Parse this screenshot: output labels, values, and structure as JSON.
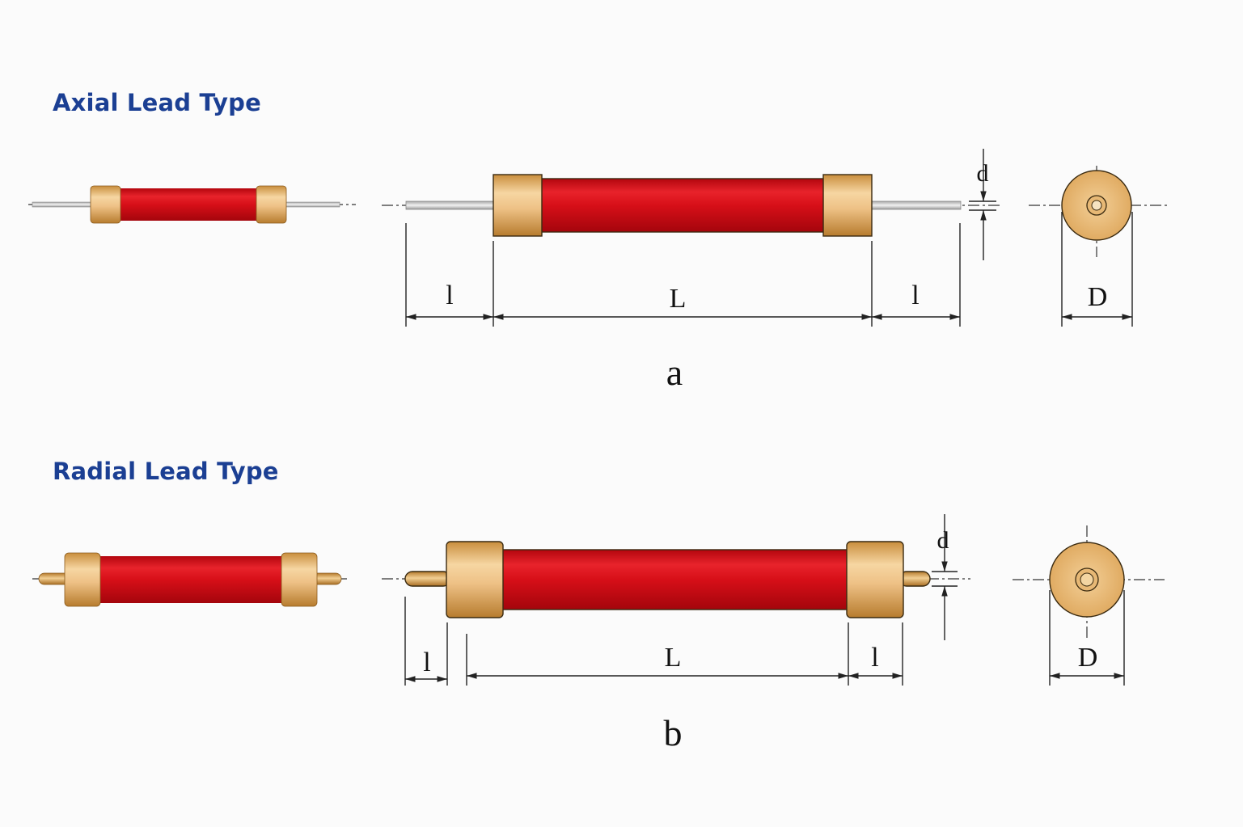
{
  "sections": {
    "axial": {
      "title": "Axial Lead Type",
      "caption": "a"
    },
    "radial": {
      "title": "Radial Lead Type",
      "caption": "b"
    }
  },
  "labels": {
    "lead_length": "l",
    "body_length": "L",
    "lead_diameter": "d",
    "body_diameter": "D"
  },
  "colors": {
    "title": "#1b3f93",
    "body_red": "#d9101a",
    "cap_gold": "#e2b066",
    "lead_silver": "#d9d9d9"
  }
}
